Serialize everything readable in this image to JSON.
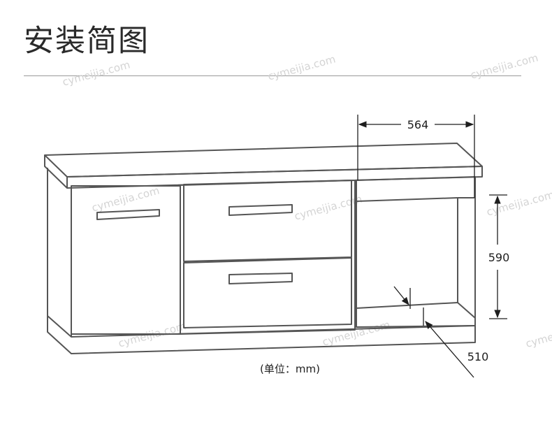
{
  "header": {
    "title": "安装简图"
  },
  "watermarks": [
    "cymeijia.com",
    "cymeijia.com",
    "cymeijia.com",
    "cymeijia.com",
    "cymeijia.com",
    "cymeijia.com",
    "cymeijia.com",
    "cymeijia.com",
    "cyme"
  ],
  "dimensions": {
    "width": "564",
    "height": "590",
    "depth": "510"
  },
  "unit_note": "(单位：mm)",
  "colors": {
    "line": "#555555",
    "text": "#1e1e1e",
    "watermark": "#d4d4d4"
  }
}
